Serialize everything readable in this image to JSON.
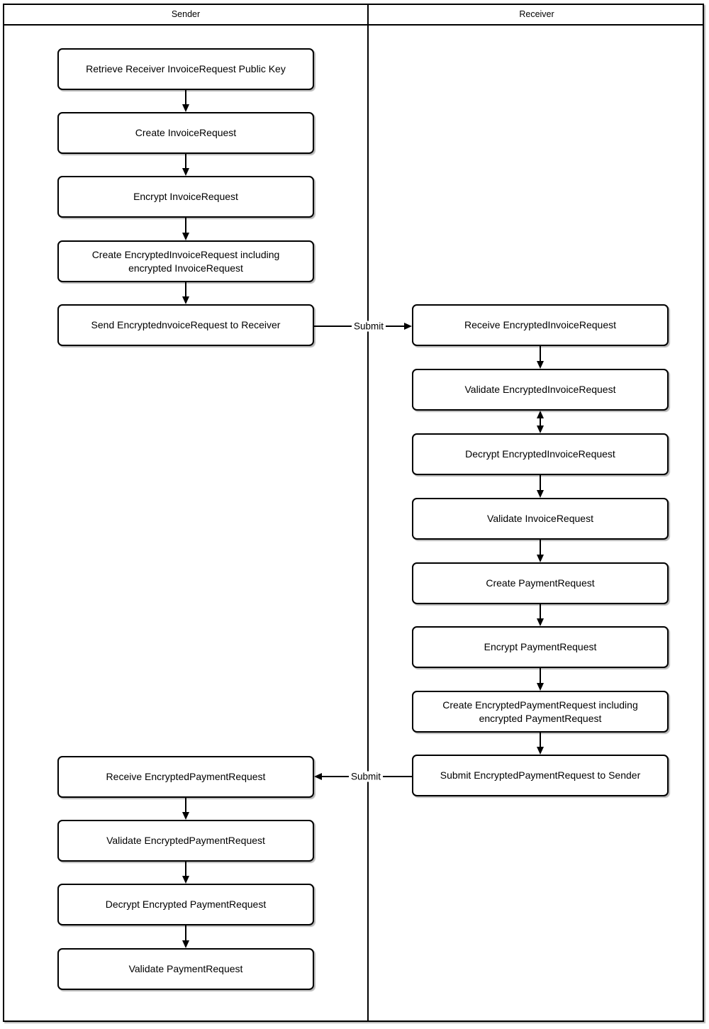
{
  "diagram": {
    "lanes": {
      "sender_title": "Sender",
      "receiver_title": "Receiver"
    },
    "sender_nodes": [
      {
        "label": "Retrieve Receiver InvoiceRequest Public Key"
      },
      {
        "label": "Create InvoiceRequest"
      },
      {
        "label": "Encrypt InvoiceRequest"
      },
      {
        "label": "Create EncryptedInvoiceRequest including encrypted InvoiceRequest"
      },
      {
        "label": "Send EncryptednvoiceRequest to Receiver"
      },
      {
        "label": "Receive EncryptedPaymentRequest"
      },
      {
        "label": "Validate EncryptedPaymentRequest"
      },
      {
        "label": "Decrypt Encrypted PaymentRequest"
      },
      {
        "label": "Validate PaymentRequest"
      }
    ],
    "receiver_nodes": [
      {
        "label": "Receive EncryptedInvoiceRequest"
      },
      {
        "label": "Validate EncryptedInvoiceRequest"
      },
      {
        "label": "Decrypt EncryptedInvoiceRequest"
      },
      {
        "label": "Validate InvoiceRequest"
      },
      {
        "label": "Create PaymentRequest"
      },
      {
        "label": "Encrypt PaymentRequest"
      },
      {
        "label": "Create EncryptedPaymentRequest including encrypted PaymentRequest"
      },
      {
        "label": "Submit EncryptedPaymentRequest to Sender"
      }
    ],
    "edge_labels": {
      "invoice_submit": "Submit",
      "payment_submit": "Submit"
    },
    "colors": {
      "stroke": "#000000",
      "node_fill": "#ffffff",
      "background": "#ffffff"
    }
  }
}
